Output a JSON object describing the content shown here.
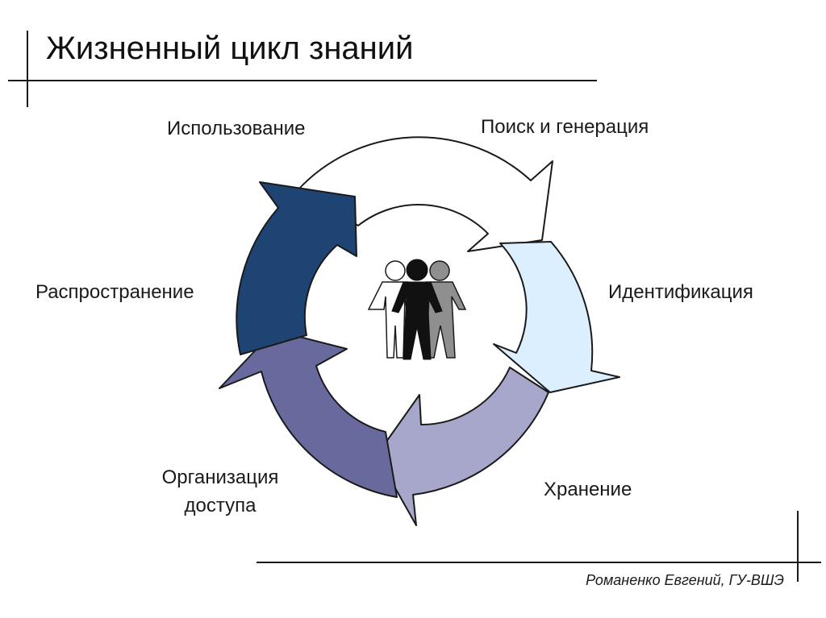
{
  "title": "Жизненный цикл знаний",
  "stages": [
    {
      "key": "search",
      "label": "Поиск и генерация",
      "color": "#ffffff"
    },
    {
      "key": "identification",
      "label": "Идентификация",
      "color": "#dcefff"
    },
    {
      "key": "storage",
      "label": "Хранение",
      "color": "#a7a7cb"
    },
    {
      "key": "access",
      "label_line1": "Организация",
      "label_line2": "доступа",
      "color": "#686a9e"
    },
    {
      "key": "distribution",
      "label": "Распространение",
      "color": "#1e4473"
    },
    {
      "key": "usage",
      "label": "Использование",
      "color": "#ffffff"
    }
  ],
  "center_icon": "people-group-icon",
  "footer": "Романенко Евгений, ГУ-ВШЭ"
}
